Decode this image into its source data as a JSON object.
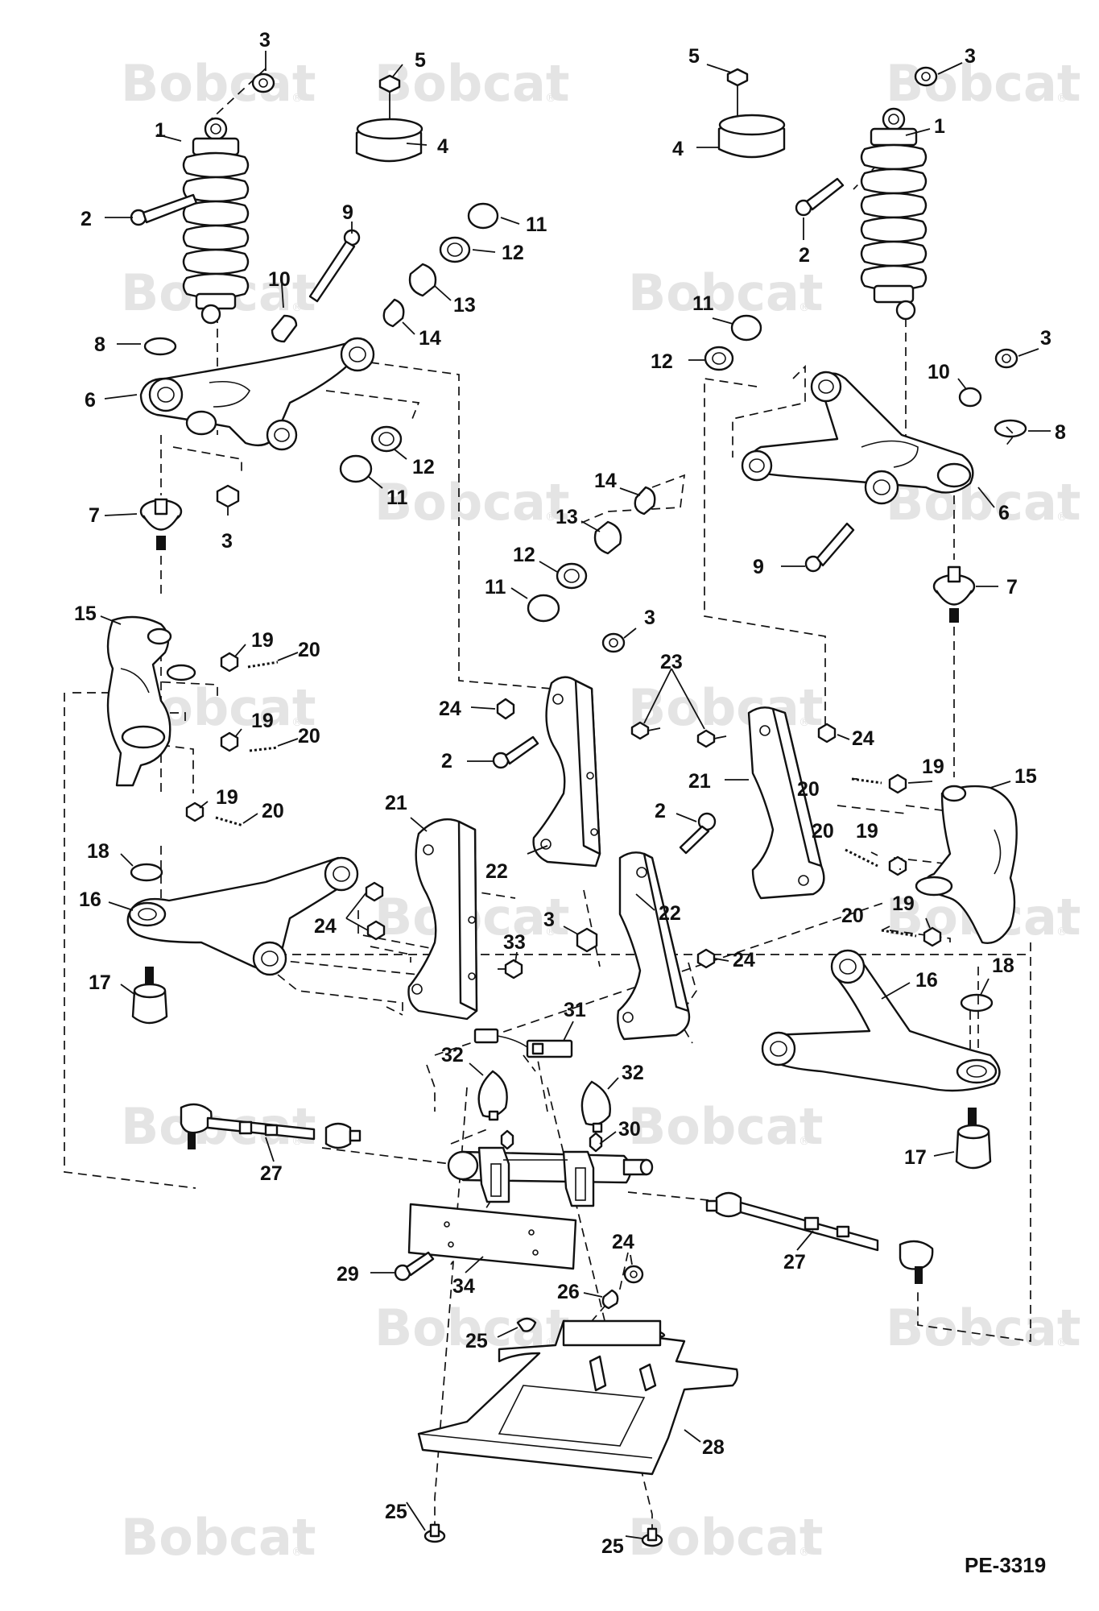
{
  "watermark": {
    "text": "Bobcat",
    "mark": "®"
  },
  "drawing_code": "PE-3319",
  "callouts": [
    {
      "id": "c3a",
      "label": "3"
    },
    {
      "id": "c1a",
      "label": "1"
    },
    {
      "id": "c2a",
      "label": "2"
    },
    {
      "id": "c5a",
      "label": "5"
    },
    {
      "id": "c4a",
      "label": "4"
    },
    {
      "id": "c9a",
      "label": "9"
    },
    {
      "id": "c10a",
      "label": "10"
    },
    {
      "id": "c11a",
      "label": "11"
    },
    {
      "id": "c12a",
      "label": "12"
    },
    {
      "id": "c13a",
      "label": "13"
    },
    {
      "id": "c14a",
      "label": "14"
    },
    {
      "id": "c8a",
      "label": "8"
    },
    {
      "id": "c6a",
      "label": "6"
    },
    {
      "id": "c12b",
      "label": "12"
    },
    {
      "id": "c11b",
      "label": "11"
    },
    {
      "id": "c7a",
      "label": "7"
    },
    {
      "id": "c3b",
      "label": "3"
    },
    {
      "id": "c5b",
      "label": "5"
    },
    {
      "id": "c3c",
      "label": "3"
    },
    {
      "id": "c4b",
      "label": "4"
    },
    {
      "id": "c1b",
      "label": "1"
    },
    {
      "id": "c2b",
      "label": "2"
    },
    {
      "id": "c11c",
      "label": "11"
    },
    {
      "id": "c12c",
      "label": "12"
    },
    {
      "id": "c10b",
      "label": "10"
    },
    {
      "id": "c3d",
      "label": "3"
    },
    {
      "id": "c8b",
      "label": "8"
    },
    {
      "id": "c14b",
      "label": "14"
    },
    {
      "id": "c13b",
      "label": "13"
    },
    {
      "id": "c6b",
      "label": "6"
    },
    {
      "id": "c12d",
      "label": "12"
    },
    {
      "id": "c11d",
      "label": "11"
    },
    {
      "id": "c9b",
      "label": "9"
    },
    {
      "id": "c7b",
      "label": "7"
    },
    {
      "id": "c15a",
      "label": "15"
    },
    {
      "id": "c19a",
      "label": "19"
    },
    {
      "id": "c20a",
      "label": "20"
    },
    {
      "id": "c19b",
      "label": "19"
    },
    {
      "id": "c20b",
      "label": "20"
    },
    {
      "id": "c19c",
      "label": "19"
    },
    {
      "id": "c20c",
      "label": "20"
    },
    {
      "id": "c18a",
      "label": "18"
    },
    {
      "id": "c16a",
      "label": "16"
    },
    {
      "id": "c17a",
      "label": "17"
    },
    {
      "id": "c3e",
      "label": "3"
    },
    {
      "id": "c23a",
      "label": "23"
    },
    {
      "id": "c24a",
      "label": "24"
    },
    {
      "id": "c2c",
      "label": "2"
    },
    {
      "id": "c24b",
      "label": "24"
    },
    {
      "id": "c21a",
      "label": "21"
    },
    {
      "id": "c21b",
      "label": "21"
    },
    {
      "id": "c22a",
      "label": "22"
    },
    {
      "id": "c2d",
      "label": "2"
    },
    {
      "id": "c22b",
      "label": "22"
    },
    {
      "id": "c3f",
      "label": "3"
    },
    {
      "id": "c24c",
      "label": "24"
    },
    {
      "id": "c24d",
      "label": "24"
    },
    {
      "id": "c33a",
      "label": "33"
    },
    {
      "id": "c19d",
      "label": "19"
    },
    {
      "id": "c15b",
      "label": "15"
    },
    {
      "id": "c20d",
      "label": "20"
    },
    {
      "id": "c20e",
      "label": "20"
    },
    {
      "id": "c19e",
      "label": "19"
    },
    {
      "id": "c20f",
      "label": "20"
    },
    {
      "id": "c19f",
      "label": "19"
    },
    {
      "id": "c18b",
      "label": "18"
    },
    {
      "id": "c16b",
      "label": "16"
    },
    {
      "id": "c17b",
      "label": "17"
    },
    {
      "id": "c31a",
      "label": "31"
    },
    {
      "id": "c32a",
      "label": "32"
    },
    {
      "id": "c32b",
      "label": "32"
    },
    {
      "id": "c30a",
      "label": "30"
    },
    {
      "id": "c27a",
      "label": "27"
    },
    {
      "id": "c27b",
      "label": "27"
    },
    {
      "id": "c29a",
      "label": "29"
    },
    {
      "id": "c34a",
      "label": "34"
    },
    {
      "id": "c24e",
      "label": "24"
    },
    {
      "id": "c26a",
      "label": "26"
    },
    {
      "id": "c25a",
      "label": "25"
    },
    {
      "id": "c28a",
      "label": "28"
    },
    {
      "id": "c25b",
      "label": "25"
    },
    {
      "id": "c25c",
      "label": "25"
    }
  ]
}
